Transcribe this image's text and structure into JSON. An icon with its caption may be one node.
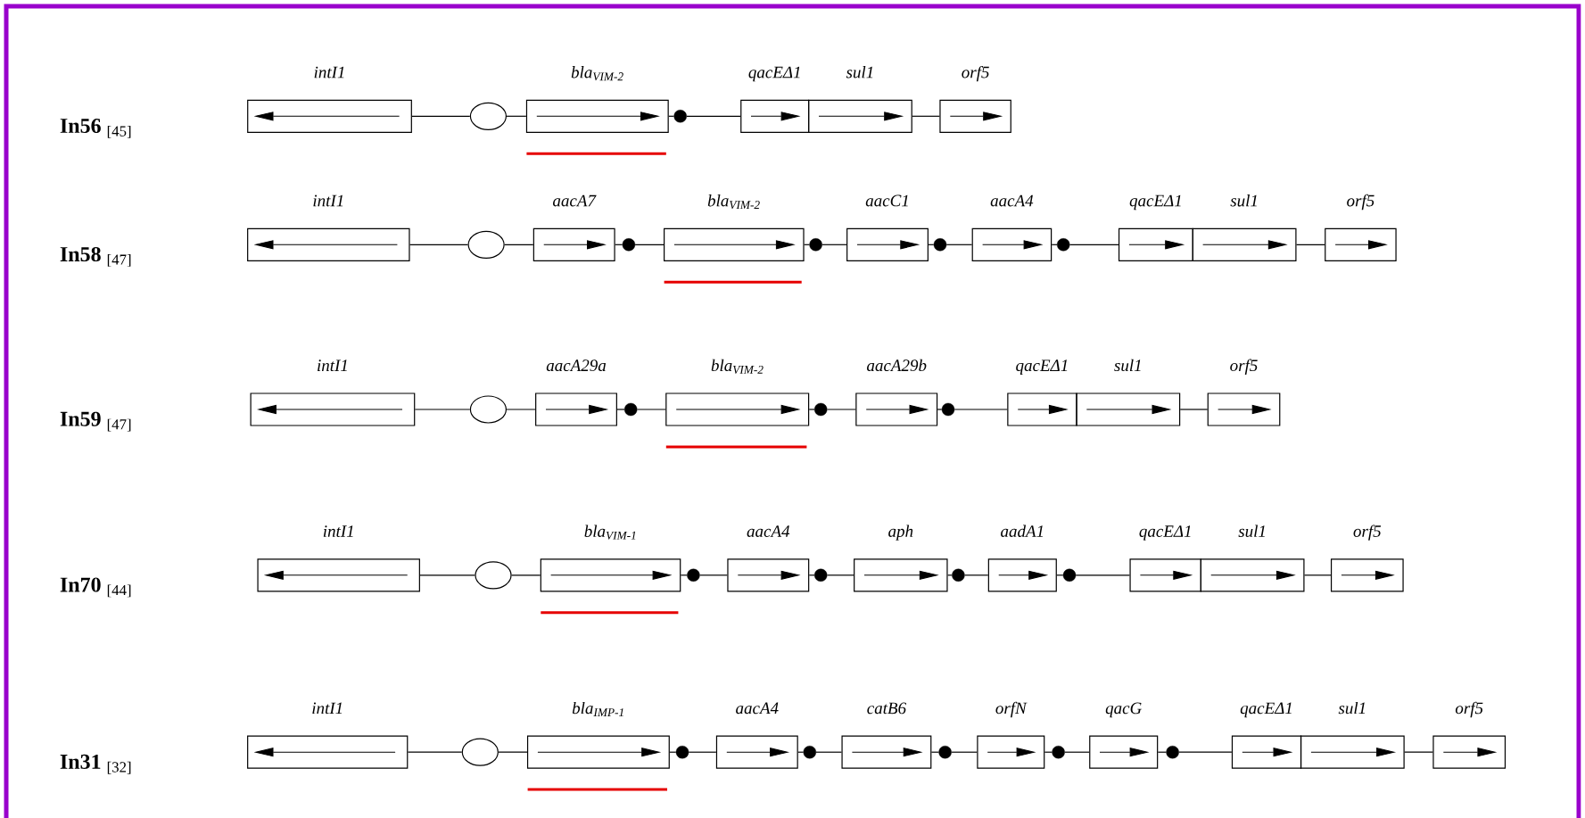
{
  "diagram": {
    "nodes": [
      {
        "text": [
          "intI1"
        ]
      },
      {
        "text": [],
        "shape": "circle"
      },
      {
        "text": [
          "bla$_{VIM-2}$"
        ]
      },
      {
        "text": [],
        "shape": "dot"
      },
      {
        "text": [
          "qacEΔ1"
        ]
      },
      {
        "text": [
          "sul1"
        ]
      },
      {
        "text": [
          "orf5"
        ]
      },
      {
        "text": [
          "intI1"
        ]
      },
      {
        "text": [],
        "shape": "circle"
      },
      {
        "text": [
          "aacA7"
        ]
      },
      {
        "text": [],
        "shape": "dot"
      },
      {
        "text": [
          "bla$_{VIM-2}$"
        ]
      },
      {
        "text": [],
        "shape": "dot"
      },
      {
        "text": [
          "aacC1"
        ]
      },
      {
        "text": [],
        "shape": "dot"
      },
      {
        "text": [
          "aacA4"
        ]
      },
      {
        "text": [],
        "shape": "dot"
      },
      {
        "text": [
          "qacEΔ1"
        ]
      },
      {
        "text": [
          "sul1"
        ]
      },
      {
        "text": [
          "orf5"
        ]
      },
      {
        "text": [
          "intI1"
        ]
      },
      {
        "text": [],
        "shape": "circle"
      },
      {
        "text": [
          "aacA29a"
        ]
      },
      {
        "text": [],
        "shape": "dot"
      },
      {
        "text": [
          "bla$_{VIM-2}$"
        ]
      },
      {
        "text": [],
        "shape": "dot"
      },
      {
        "text": [
          "aacA29b"
        ]
      },
      {
        "text": [],
        "shape": "dot"
      },
      {
        "text": [
          "qacEΔ1"
        ]
      },
      {
        "text": [
          "sul1"
        ]
      },
      {
        "text": [
          "orf5"
        ]
      },
      {
        "text": [
          "intI1"
        ]
      },
      {
        "text": [],
        "shape": "circle"
      },
      {
        "text": [
          "bla$_{VIM-1}$"
        ]
      },
      {
        "text": [],
        "shape": "dot"
      },
      {
        "text": [
          "aacA4"
        ]
      },
      {
        "text": [],
        "shape": "dot"
      },
      {
        "text": [
          "aph"
        ]
      },
      {
        "text": [],
        "shape": "dot"
      },
      {
        "text": [
          "aadA1"
        ]
      },
      {
        "text": [],
        "shape": "dot"
      },
      {
        "text": [
          "qacEΔ1"
        ]
      },
      {
        "text": [
          "sul1"
        ]
      },
      {
        "text": [
          "orf5"
        ]
      },
      {
        "text": [
          "intI1"
        ]
      },
      {
        "text": [],
        "shape": "circle"
      },
      {
        "text": [
          "bla$_{IMP-1}$"
        ]
      },
      {
        "text": [],
        "shape": "dot"
      },
      {
        "text": [
          "aacA4"
        ]
      },
      {
        "text": [],
        "shape": "dot"
      },
      {
        "text": [
          "catB6"
        ]
      },
      {
        "text": [],
        "shape": "dot"
      },
      {
        "text": [
          "orfN"
        ]
      },
      {
        "text": [],
        "shape": "dot"
      },
      {
        "text": [
          "qacG"
        ]
      },
      {
        "text": [],
        "shape": "dot"
      },
      {
        "text": [
          "qacEΔ1"
        ]
      },
      {
        "text": [
          "sul1"
        ]
      },
      {
        "text": [
          "orf5"
        ]
      }
    ],
    "edges": [
      {
        "from": 0,
        "to": 1,
        "arrow": "none"
      },
      {
        "from": 1,
        "to": 2,
        "arrow": "none"
      },
      {
        "from": 2,
        "to": 3,
        "arrow": "none"
      },
      {
        "from": 3,
        "to": 4,
        "arrow": "none"
      },
      {
        "from": 5,
        "to": 6,
        "arrow": "none"
      },
      {
        "from": 7,
        "to": 8,
        "arrow": "none"
      },
      {
        "from": 8,
        "to": 9,
        "arrow": "none"
      },
      {
        "from": 9,
        "to": 10,
        "arrow": "none"
      },
      {
        "from": 10,
        "to": 11,
        "arrow": "none"
      },
      {
        "from": 11,
        "to": 12,
        "arrow": "none"
      },
      {
        "from": 12,
        "to": 13,
        "arrow": "none"
      },
      {
        "from": 13,
        "to": 14,
        "arrow": "none"
      },
      {
        "from": 14,
        "to": 15,
        "arrow": "none"
      },
      {
        "from": 15,
        "to": 16,
        "arrow": "none"
      },
      {
        "from": 16,
        "to": 17,
        "arrow": "none"
      },
      {
        "from": 18,
        "to": 19,
        "arrow": "none"
      },
      {
        "from": 20,
        "to": 21,
        "arrow": "none"
      },
      {
        "from": 21,
        "to": 22,
        "arrow": "none"
      },
      {
        "from": 22,
        "to": 23,
        "arrow": "none"
      },
      {
        "from": 23,
        "to": 24,
        "arrow": "none"
      },
      {
        "from": 24,
        "to": 25,
        "arrow": "none"
      },
      {
        "from": 25,
        "to": 26,
        "arrow": "none"
      },
      {
        "from": 26,
        "to": 27,
        "arrow": "none"
      },
      {
        "from": 27,
        "to": 28,
        "arrow": "none"
      },
      {
        "from": 29,
        "to": 30,
        "arrow": "none"
      },
      {
        "from": 31,
        "to": 32,
        "arrow": "none"
      },
      {
        "from": 32,
        "to": 33,
        "arrow": "none"
      },
      {
        "from": 33,
        "to": 34,
        "arrow": "none"
      },
      {
        "from": 34,
        "to": 35,
        "arrow": "none"
      },
      {
        "from": 35,
        "to": 36,
        "arrow": "none"
      },
      {
        "from": 36,
        "to": 37,
        "arrow": "none"
      },
      {
        "from": 37,
        "to": 38,
        "arrow": "none"
      },
      {
        "from": 38,
        "to": 39,
        "arrow": "none"
      },
      {
        "from": 39,
        "to": 40,
        "arrow": "none"
      },
      {
        "from": 40,
        "to": 41,
        "arrow": "none"
      },
      {
        "from": 42,
        "to": 43,
        "arrow": "none"
      },
      {
        "from": 44,
        "to": 45,
        "arrow": "none"
      },
      {
        "from": 45,
        "to": 46,
        "arrow": "none"
      },
      {
        "from": 46,
        "to": 47,
        "arrow": "none"
      },
      {
        "from": 47,
        "to": 48,
        "arrow": "none"
      },
      {
        "from": 48,
        "to": 49,
        "arrow": "none"
      },
      {
        "from": 49,
        "to": 50,
        "arrow": "none"
      },
      {
        "from": 50,
        "to": 51,
        "arrow": "none"
      },
      {
        "from": 51,
        "to": 52,
        "arrow": "none"
      },
      {
        "from": 52,
        "to": 53,
        "arrow": "none"
      },
      {
        "from": 53,
        "to": 54,
        "arrow": "none"
      },
      {
        "from": 54,
        "to": 55,
        "arrow": "none"
      },
      {
        "from": 55,
        "to": 56,
        "arrow": "none"
      },
      {
        "from": 57,
        "to": 58,
        "arrow": "none"
      }
    ],
    "labels": [
      "**In56** $_{[45]}$",
      "**In58** $_{[47]}$",
      "**In59** $_{[47]}$",
      "**In70** $_{[44]}$",
      "**In31** $_{[32]}$"
    ]
  }
}
